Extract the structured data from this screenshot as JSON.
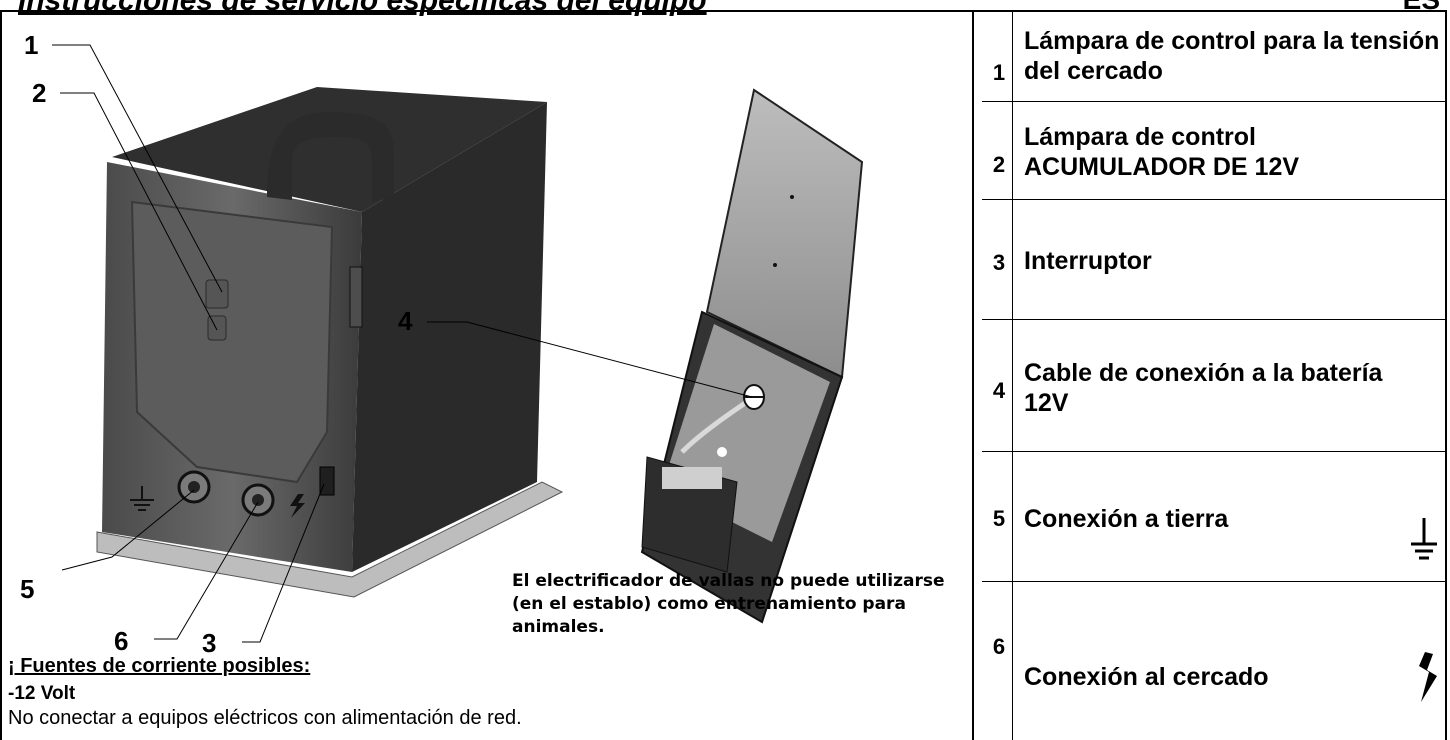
{
  "header": {
    "title": "Instrucciones de servicio específicas del equipo",
    "lang": "ES"
  },
  "figure": {
    "labels": {
      "l1": "1",
      "l2": "2",
      "l3": "3",
      "l4": "4",
      "l5": "5",
      "l6": "6"
    },
    "warning": "El electrificador de vallas no puede utilizarse (en el establo) como entrenamiento para animales."
  },
  "power": {
    "title": "¡ Fuentes de corriente posibles:",
    "volt": "-12 Volt",
    "note": "No conectar a equipos eléctricos con alimentación de red."
  },
  "legend": [
    {
      "num": "1",
      "text": "Lámpara de control para la tensión del cercado",
      "icon": ""
    },
    {
      "num": "2",
      "text": "Lámpara de control ACUMULADOR DE 12V",
      "icon": ""
    },
    {
      "num": "3",
      "text": "Interruptor",
      "icon": ""
    },
    {
      "num": "4",
      "text": "Cable de conexión a la batería 12V",
      "icon": ""
    },
    {
      "num": "5",
      "text": "Conexión a tierra",
      "icon": "ground-icon"
    },
    {
      "num": "6",
      "text": "Conexión al cercado",
      "icon": "lightning-icon"
    }
  ]
}
